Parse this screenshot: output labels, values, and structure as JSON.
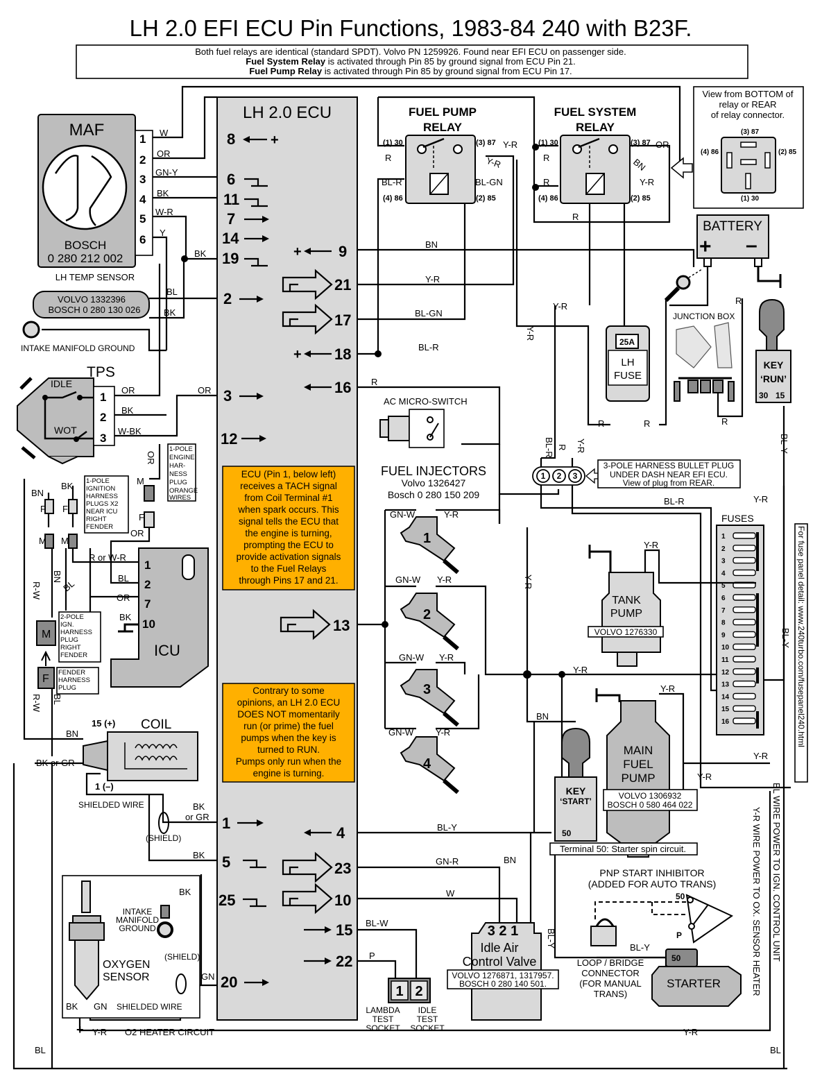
{
  "title": "LH 2.0 EFI ECU Pin Functions, 1983-84 240 with B23F.",
  "relay_note": {
    "line1": "Both fuel relays are identical (standard SPDT). Volvo PN 1259926. Found near EFI ECU on passenger side.",
    "line2_bold": "Fuel System Relay",
    "line2_rest": " is activated through Pin 85 by ground signal from ECU Pin 21.",
    "line3_bold": "Fuel Pump Relay",
    "line3_rest": " is activated through Pin 85 by ground signal from ECU Pin 17."
  },
  "ecu": {
    "title": "LH 2.0 ECU",
    "left_pins": [
      "8",
      "6",
      "11",
      "7",
      "14",
      "19",
      "2",
      "3",
      "12"
    ],
    "right_pins": [
      "9",
      "21",
      "17",
      "18",
      "16",
      "13",
      "4",
      "23",
      "10",
      "15",
      "22"
    ],
    "bottom_pins": [
      "1",
      "5",
      "25",
      "20"
    ],
    "plus": "+",
    "tach_note": [
      "ECU (Pin 1, below left)",
      "receives a TACH signal",
      "from Coil Terminal #1",
      "when spark occurs. This",
      "signal tells the ECU that",
      "the engine is turning,",
      "prompting the ECU to",
      "provide activation signals",
      "to the Fuel Relays",
      "through Pins 17 and 21."
    ],
    "prime_note": [
      "Contrary to some",
      "opinions, an LH 2.0 ECU",
      "DOES NOT momentarily",
      "run (or prime) the fuel",
      "pumps when the key is",
      "turned to RUN.",
      "Pumps only run when the",
      "engine is turning."
    ]
  },
  "maf": {
    "title": "MAF",
    "brand": "BOSCH",
    "part": "0 280 212 002",
    "pins": [
      "1",
      "2",
      "3",
      "4",
      "5",
      "6"
    ],
    "wires": [
      "W",
      "OR",
      "GN-Y",
      "BK",
      "W-R",
      "Y"
    ]
  },
  "temp_sensor": {
    "title": "LH TEMP SENSOR",
    "volvo": "VOLVO 1332396",
    "bosch": "BOSCH 0 280 130 026",
    "ground": "INTAKE MANIFOLD GROUND"
  },
  "tps": {
    "title": "TPS",
    "idle": "IDLE",
    "wot": "WOT",
    "pins": [
      "1",
      "2",
      "3"
    ],
    "wires": [
      "OR",
      "BK",
      "W-BK"
    ]
  },
  "plugs": {
    "engine_plug": [
      "1-POLE",
      "ENGINE",
      "HAR-",
      "NESS",
      "PLUG",
      "ORANGE",
      "WIRES"
    ],
    "ign_plug": [
      "1-POLE",
      "IGNITION",
      "HARNESS",
      "PLUGS X2",
      "NEAR ICU",
      "RIGHT",
      "FENDER"
    ],
    "two_pole": [
      "2-POLE",
      "IGN.",
      "HARNESS",
      "PLUG",
      "RIGHT",
      "FENDER"
    ],
    "fender": [
      "FENDER",
      "HARNESS",
      "PLUG"
    ]
  },
  "icu": {
    "title": "ICU",
    "pins": [
      "1",
      "2",
      "7",
      "10"
    ]
  },
  "coil": {
    "title": "COIL",
    "plus": "15 (+)",
    "minus": "1 (–)",
    "shielded": "SHIELDED WIRE",
    "shield": "(SHIELD)"
  },
  "oxygen": {
    "title1": "OXYGEN",
    "title2": "SENSOR",
    "ground": [
      "INTAKE",
      "MANIFOLD",
      "GROUND"
    ],
    "shielded": "SHIELDED WIRE",
    "heater": "O2 HEATER CIRCUIT"
  },
  "pump_relay": {
    "title1": "FUEL PUMP",
    "title2": "RELAY",
    "p30": "(1) 30",
    "p87": "(3) 87",
    "p86": "(4) 86",
    "p85": "(2) 85"
  },
  "system_relay": {
    "title1": "FUEL SYSTEM",
    "title2": "RELAY",
    "p30": "(1) 30",
    "p87": "(3) 87",
    "p86": "(4) 86",
    "p85": "(2) 85"
  },
  "view_box": {
    "lines": [
      "View from BOTTOM of",
      "relay or REAR",
      "of relay connector."
    ],
    "p87": "(3) 87",
    "p86": "(4) 86",
    "p85": "(2) 85",
    "p30": "(1) 30"
  },
  "battery": {
    "title": "BATTERY",
    "plus": "+",
    "minus": "–"
  },
  "junction": {
    "title": "JUNCTION BOX"
  },
  "lh_fuse": {
    "rating": "25A",
    "label1": "LH",
    "label2": "FUSE"
  },
  "key_run": {
    "title1": "KEY",
    "title2": "‘RUN’",
    "t30": "30",
    "t15": "15"
  },
  "key_start": {
    "title1": "KEY",
    "title2": "‘START’",
    "t50": "50",
    "note": "Terminal 50: Starter spin circuit."
  },
  "ac_switch": {
    "title": "AC MICRO-SWITCH"
  },
  "bullet_plug": {
    "pins": [
      "1",
      "2",
      "3"
    ],
    "lines": [
      "3-POLE HARNESS BULLET PLUG",
      "UNDER DASH NEAR EFI ECU.",
      "View of plug from REAR."
    ]
  },
  "injectors": {
    "title": "FUEL INJECTORS",
    "volvo": "Volvo 1326427",
    "bosch": "Bosch 0 280 150 209",
    "numbers": [
      "1",
      "2",
      "3",
      "4"
    ]
  },
  "fuses": {
    "title": "FUSES",
    "numbers": [
      "1",
      "2",
      "3",
      "4",
      "5",
      "6",
      "7",
      "8",
      "9",
      "10",
      "11",
      "12",
      "13",
      "14",
      "15",
      "16"
    ]
  },
  "tank_pump": {
    "title1": "TANK",
    "title2": "PUMP",
    "part": "VOLVO 1276330"
  },
  "main_pump": {
    "title1": "MAIN",
    "title2": "FUEL",
    "title3": "PUMP",
    "volvo": "VOLVO 1306932",
    "bosch": "BOSCH 0 580 464 022"
  },
  "iac": {
    "pins": "3 2 1",
    "title1": "Idle Air",
    "title2": "Control Valve",
    "volvo": "VOLVO 1276871, 1317957.",
    "bosch": "BOSCH 0 280 140 501."
  },
  "sockets": {
    "n1": "1",
    "n2": "2",
    "lambda": [
      "LAMBDA",
      "TEST",
      "SOCKET"
    ],
    "idle": [
      "IDLE",
      "TEST",
      "SOCKET"
    ]
  },
  "pnp": {
    "title1": "PNP START INHIBITOR",
    "title2": "(ADDED FOR AUTO TRANS)",
    "t50": "50",
    "p": "P",
    "loop": [
      "LOOP / BRIDGE",
      "CONNECTOR",
      "(FOR MANUAL",
      "TRANS)"
    ]
  },
  "starter": {
    "title": "STARTER",
    "t50": "50"
  },
  "side_text": {
    "url": "For fuse panel detail: www.240turbo.com/fusepanel240.html",
    "bl_power": "BL WIRE POWER TO IGN. CONTROL UNIT",
    "yr_power": "Y-R WIRE POWER TO OX. SENSOR HEATER"
  },
  "wire_labels": {
    "bn": "BN",
    "yr": "Y-R",
    "blgn": "BL-GN",
    "blr": "BL-R",
    "r": "R",
    "or": "OR",
    "bk": "BK",
    "bl": "BL",
    "bly": "BL-Y",
    "gnr": "GN-R",
    "w": "W",
    "blw": "BL-W",
    "p": "P",
    "gn": "GN",
    "gnw": "GN-W",
    "rw": "R-W",
    "rorwr": "R or W-R",
    "bkorgr": "BK or GR",
    "bkgr2": "or GR",
    "f": "F",
    "m": "M"
  }
}
